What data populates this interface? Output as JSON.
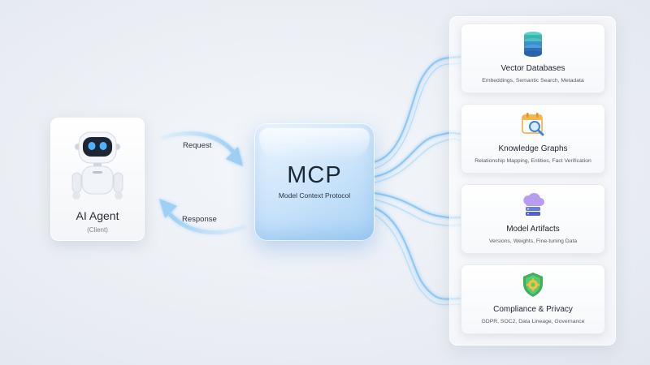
{
  "agent": {
    "title": "AI Agent",
    "subtitle": "(Client)"
  },
  "flows": {
    "request_label": "Request",
    "response_label": "Response"
  },
  "mcp": {
    "title": "MCP",
    "subtitle": "Model Context Protocol"
  },
  "resources": [
    {
      "title": "Vector Databases",
      "description": "Embeddings, Semantic Search, Metadata",
      "icon": "database-icon"
    },
    {
      "title": "Knowledge Graphs",
      "description": "Relationship Mapping, Entities, Fact Verification",
      "icon": "calendar-search-icon"
    },
    {
      "title": "Model Artifacts",
      "description": "Versions, Weights, Fine-tuning Data",
      "icon": "cloud-server-icon"
    },
    {
      "title": "Compliance & Privacy",
      "description": "GDPR, SOC2, Data Lineage, Governance",
      "icon": "shield-gear-icon"
    }
  ],
  "colors": {
    "accent_blue": "#5aa9ec",
    "wire_glow": "#8cc8f5",
    "background": "#eef1f5"
  }
}
